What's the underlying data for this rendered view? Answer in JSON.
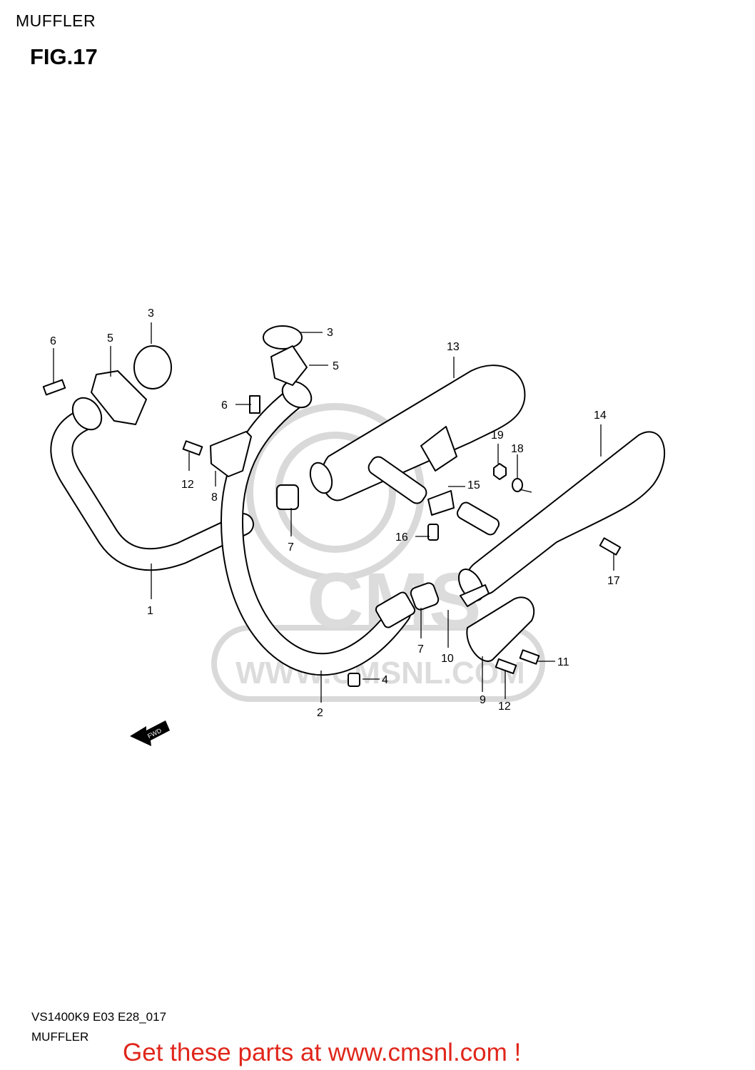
{
  "header": {
    "section_title": "MUFFLER",
    "figure_label": "FIG.17"
  },
  "footer": {
    "model_code": "VS1400K9 E03 E28_017",
    "section_name": "MUFFLER"
  },
  "promo": {
    "text": "Get these parts at www.cmsnl.com !",
    "color": "#e0261b"
  },
  "watermark": {
    "brand": "CMS",
    "url_text": "WWW.CMSNL.COM"
  },
  "direction_marker": {
    "text": "FWD"
  },
  "callouts": [
    {
      "id": "c1",
      "label": "1"
    },
    {
      "id": "c2",
      "label": "2"
    },
    {
      "id": "c3a",
      "label": "3"
    },
    {
      "id": "c3b",
      "label": "3"
    },
    {
      "id": "c4",
      "label": "4"
    },
    {
      "id": "c5a",
      "label": "5"
    },
    {
      "id": "c5b",
      "label": "5"
    },
    {
      "id": "c6a",
      "label": "6"
    },
    {
      "id": "c6b",
      "label": "6"
    },
    {
      "id": "c7a",
      "label": "7"
    },
    {
      "id": "c7b",
      "label": "7"
    },
    {
      "id": "c8",
      "label": "8"
    },
    {
      "id": "c9",
      "label": "9"
    },
    {
      "id": "c10",
      "label": "10"
    },
    {
      "id": "c11",
      "label": "11"
    },
    {
      "id": "c12a",
      "label": "12"
    },
    {
      "id": "c12b",
      "label": "12"
    },
    {
      "id": "c13",
      "label": "13"
    },
    {
      "id": "c14",
      "label": "14"
    },
    {
      "id": "c15",
      "label": "15"
    },
    {
      "id": "c16",
      "label": "16"
    },
    {
      "id": "c17",
      "label": "17"
    },
    {
      "id": "c18",
      "label": "18"
    },
    {
      "id": "c19",
      "label": "19"
    }
  ]
}
